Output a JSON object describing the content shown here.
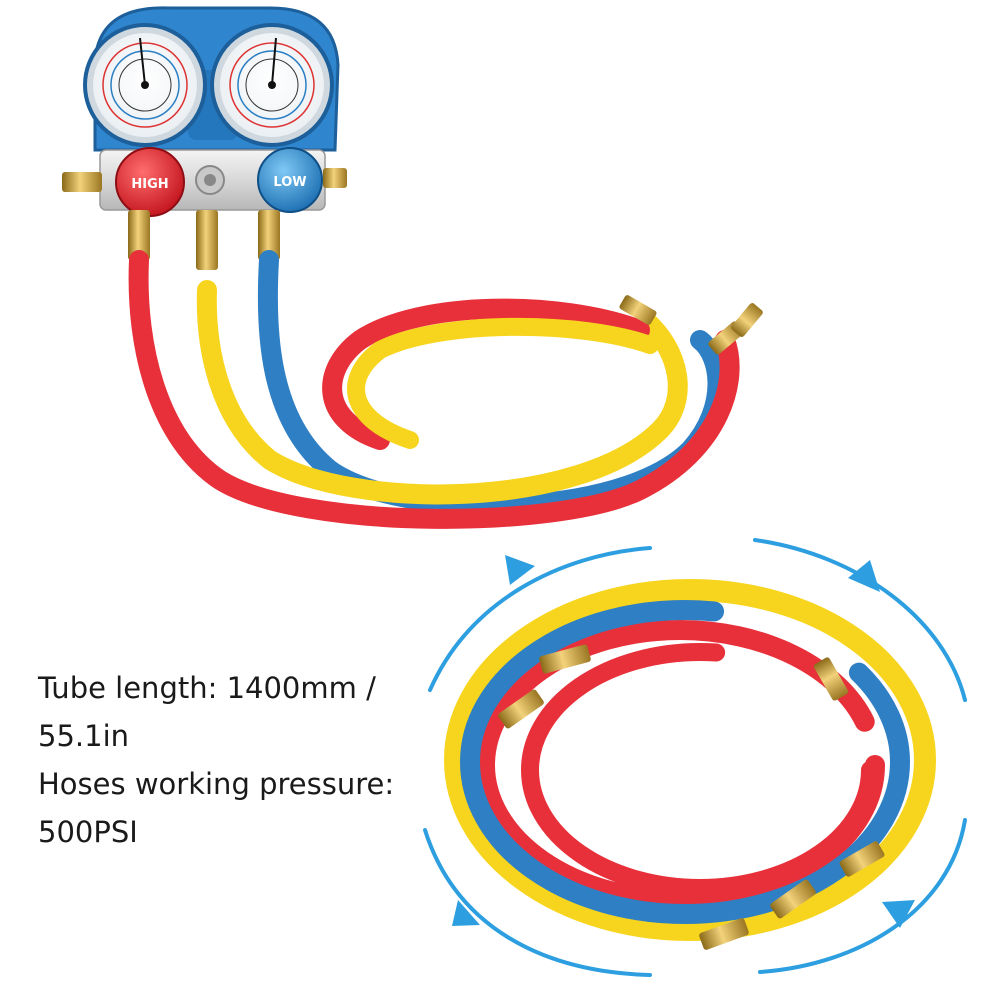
{
  "product": {
    "high_knob_label": "HIGH",
    "low_knob_label": "LOW"
  },
  "specs": {
    "line1": "Tube length: 1400mm /",
    "line2": "55.1in",
    "line3": "Hoses working pressure:",
    "line4": "500PSI"
  },
  "colors": {
    "red_hose": "#e8303a",
    "yellow_hose": "#f7d51e",
    "blue_hose": "#2f7fc4",
    "brass": "#c9a13a",
    "manifold_blue": "#2f86cf",
    "arrow_blue": "#2d9fe0"
  },
  "icons": [
    "rotation-arrow-icon"
  ]
}
